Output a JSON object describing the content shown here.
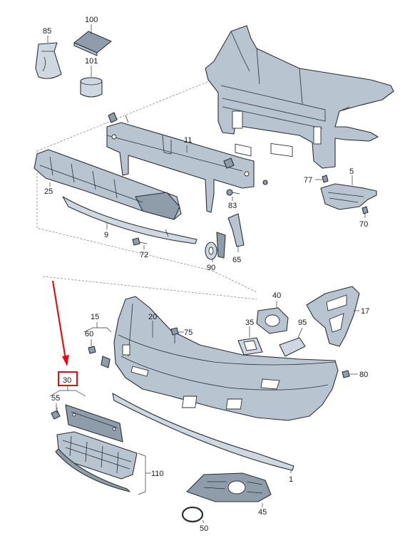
{
  "diagram": {
    "highlight_color": "#e01010",
    "part_color": "#b8c4cf",
    "labels": {
      "p85": "85",
      "p100": "100",
      "p101": "101",
      "p11": "11",
      "p25": "25",
      "p9": "9",
      "p72": "72",
      "p83": "83",
      "p77": "77",
      "p5": "5",
      "p70": "70",
      "p65": "65",
      "p90": "90",
      "p40": "40",
      "p17": "17",
      "p15": "15",
      "p20": "20",
      "p35": "35",
      "p95": "95",
      "p60": "60",
      "p75": "75",
      "p80": "80",
      "p30": "30",
      "p55": "55",
      "p1": "1",
      "p110": "110",
      "p45": "45",
      "p50": "50"
    }
  }
}
